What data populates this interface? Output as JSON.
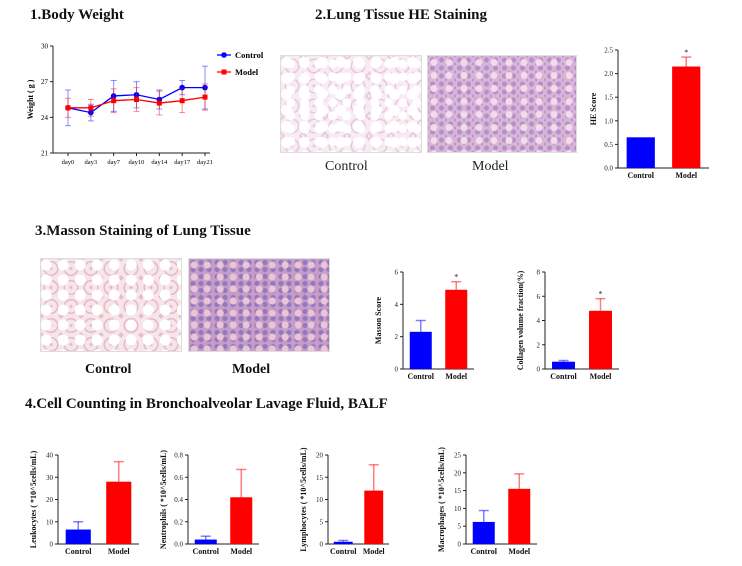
{
  "titles": {
    "s1": "1.Body Weight",
    "s2": "2.Lung Tissue HE Staining",
    "s3": "3.Masson Staining of Lung Tissue",
    "s4": "4.Cell Counting in Bronchoalveolar Lavage Fluid, BALF"
  },
  "image_labels": {
    "he_control": "Control",
    "he_model": "Model",
    "masson_control": "Control",
    "masson_model": "Model"
  },
  "colors": {
    "control": "#0000ff",
    "model": "#ff0000"
  },
  "chart_data": [
    {
      "id": "bw",
      "type": "line",
      "title": "1.Body Weight",
      "xlabel": "",
      "ylabel": "Weight ( g )",
      "ylim": [
        21,
        30
      ],
      "yticks": [
        21,
        24,
        27,
        30
      ],
      "x": [
        "day0",
        "day3",
        "day7",
        "day10",
        "day14",
        "day17",
        "day21"
      ],
      "legend": "top-right",
      "series": [
        {
          "name": "Control",
          "values": [
            24.8,
            24.4,
            25.8,
            25.9,
            25.5,
            26.5,
            26.5
          ],
          "err": [
            1.5,
            0.7,
            1.3,
            1.1,
            0.8,
            0.6,
            1.8
          ]
        },
        {
          "name": "Model",
          "values": [
            24.8,
            24.8,
            25.4,
            25.5,
            25.2,
            25.4,
            25.7
          ],
          "err": [
            0.8,
            0.7,
            1.0,
            1.0,
            1.0,
            1.0,
            1.1
          ]
        }
      ]
    },
    {
      "id": "he",
      "type": "bar",
      "ylabel": "HE Score",
      "ylim": [
        0,
        2.5
      ],
      "yticks": [
        "0.0",
        "0.5",
        "1.0",
        "1.5",
        "2.0",
        "2.5"
      ],
      "categories": [
        "Control",
        "Model"
      ],
      "values": [
        0.65,
        2.15
      ],
      "err": [
        0,
        0.2
      ],
      "sig": "*"
    },
    {
      "id": "masson",
      "type": "bar",
      "ylabel": "Masson Score",
      "ylim": [
        0,
        6
      ],
      "yticks": [
        "0",
        "2",
        "4",
        "6"
      ],
      "categories": [
        "Control",
        "Model"
      ],
      "values": [
        2.3,
        4.9
      ],
      "err": [
        0.7,
        0.5
      ],
      "sig": "*"
    },
    {
      "id": "collagen",
      "type": "bar",
      "ylabel": "Collagen volume fraction(%)",
      "ylim": [
        0,
        8
      ],
      "yticks": [
        "0",
        "2",
        "4",
        "6",
        "8"
      ],
      "categories": [
        "Control",
        "Model"
      ],
      "values": [
        0.6,
        4.8
      ],
      "err": [
        0.1,
        1.0
      ],
      "sig": "*"
    },
    {
      "id": "leuk",
      "type": "bar",
      "ylabel": "Leukocytes ( *10^5cells/mL)",
      "ylim": [
        0,
        40
      ],
      "yticks": [
        "0",
        "10",
        "20",
        "30",
        "40"
      ],
      "categories": [
        "Control",
        "Model"
      ],
      "values": [
        6.5,
        28
      ],
      "err": [
        3.5,
        9
      ],
      "sig": ""
    },
    {
      "id": "neut",
      "type": "bar",
      "ylabel": "Neutrophils ( *10^5cells/mL)",
      "ylim": [
        0,
        0.8
      ],
      "yticks": [
        "0.0",
        "0.2",
        "0.4",
        "0.6",
        "0.8"
      ],
      "categories": [
        "Control",
        "Model"
      ],
      "values": [
        0.04,
        0.42
      ],
      "err": [
        0.03,
        0.25
      ],
      "sig": ""
    },
    {
      "id": "lymph",
      "type": "bar",
      "ylabel": "Lymphocytes ( *10^5cells/mL)",
      "ylim": [
        0,
        20
      ],
      "yticks": [
        "0",
        "5",
        "10",
        "15",
        "20"
      ],
      "categories": [
        "Control",
        "Model"
      ],
      "values": [
        0.5,
        12
      ],
      "err": [
        0.3,
        5.8
      ],
      "sig": ""
    },
    {
      "id": "macro",
      "type": "bar",
      "ylabel": "Macrophages ( *10^5cells/mL)",
      "ylim": [
        0,
        25
      ],
      "yticks": [
        "0",
        "5",
        "10",
        "15",
        "20",
        "25"
      ],
      "categories": [
        "Control",
        "Model"
      ],
      "values": [
        6.2,
        15.5
      ],
      "err": [
        3.2,
        4.2
      ],
      "sig": ""
    }
  ]
}
